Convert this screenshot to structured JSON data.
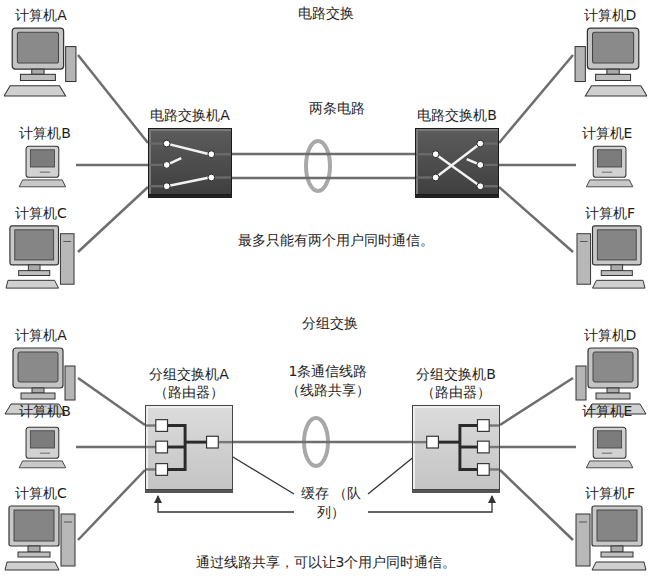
{
  "diagram": {
    "nodes": [
      {
        "text": [
          "计算机A"
        ]
      },
      {
        "text": [
          "计算机B"
        ]
      },
      {
        "text": [
          "计算机C"
        ]
      },
      {
        "text": [
          "电路交换机A"
        ]
      },
      {
        "text": [
          "电路交换机B"
        ]
      },
      {
        "text": [
          "计算机D"
        ]
      },
      {
        "text": [
          "计算机E"
        ]
      },
      {
        "text": [
          "计算机F"
        ]
      },
      {
        "text": [
          "计算机A"
        ]
      },
      {
        "text": [
          "计算机B"
        ]
      },
      {
        "text": [
          "计算机C"
        ]
      },
      {
        "text": [
          "分组交换机A （路由器）"
        ]
      },
      {
        "text": [
          "分组交换机B （路由器）"
        ]
      },
      {
        "text": [
          "计算机D"
        ]
      },
      {
        "text": [
          "计算机E"
        ]
      },
      {
        "text": [
          "计算机F"
        ]
      }
    ],
    "edges": [
      {
        "from": 0,
        "to": 3,
        "arrow": "none"
      },
      {
        "from": 1,
        "to": 3,
        "arrow": "none"
      },
      {
        "from": 2,
        "to": 3,
        "arrow": "none"
      },
      {
        "from": 3,
        "to": 4,
        "arrow": "none"
      },
      {
        "from": 3,
        "to": 4,
        "arrow": "none"
      },
      {
        "from": 4,
        "to": 5,
        "arrow": "none"
      },
      {
        "from": 4,
        "to": 6,
        "arrow": "none"
      },
      {
        "from": 4,
        "to": 7,
        "arrow": "none"
      },
      {
        "from": 8,
        "to": 11,
        "arrow": "none"
      },
      {
        "from": 9,
        "to": 11,
        "arrow": "none"
      },
      {
        "from": 10,
        "to": 11,
        "arrow": "none"
      },
      {
        "from": 11,
        "to": 12,
        "arrow": "none"
      },
      {
        "from": 12,
        "to": 13,
        "arrow": "none"
      },
      {
        "from": 12,
        "to": 14,
        "arrow": "none"
      },
      {
        "from": 12,
        "to": 15,
        "arrow": "none"
      }
    ],
    "labels": [
      "电路交换",
      "两条电路",
      "最多只能有两个用户同时通信。",
      "分组交换",
      "1条通信线路 （线路共享）",
      "缓存 （队列）",
      "通过线路共享，可以让3个用户同时通信。"
    ]
  }
}
